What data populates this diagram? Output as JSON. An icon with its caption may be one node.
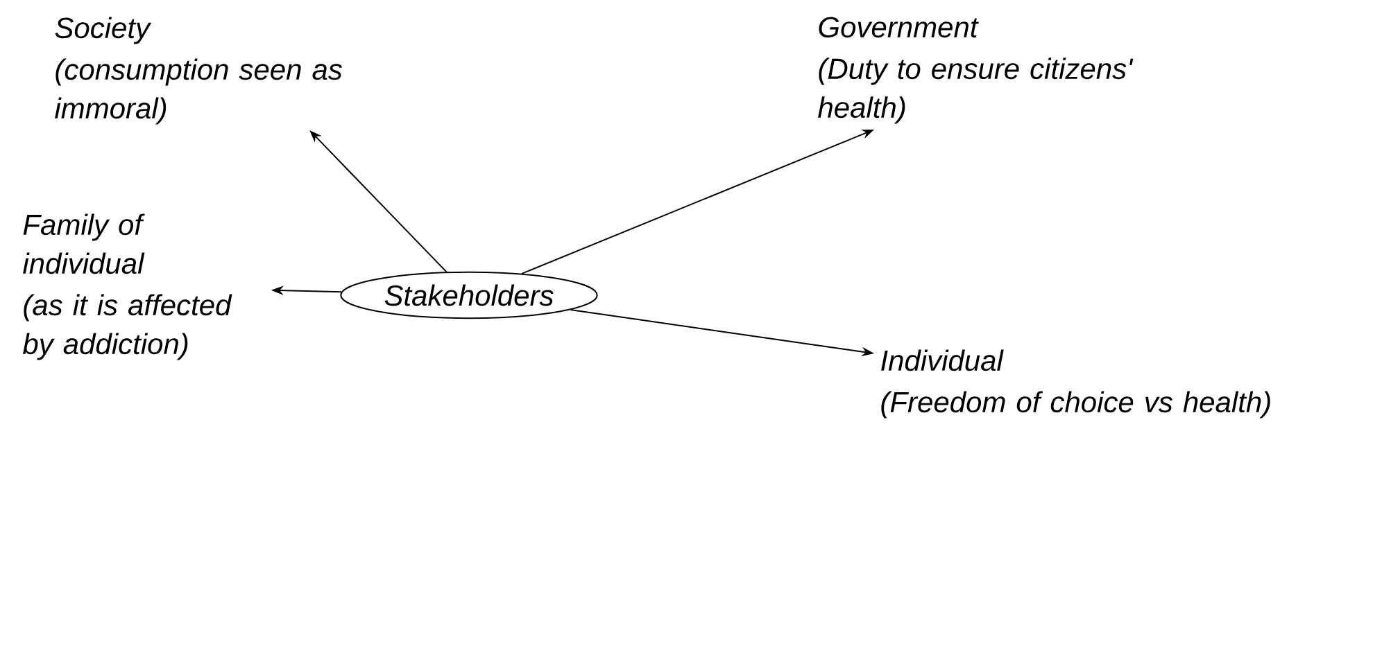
{
  "diagram": {
    "nodes": [
      {
        "text": [
          "Stakeholders"
        ]
      },
      {
        "text": [
          "Society",
          "(consumption seen as immoral)"
        ]
      },
      {
        "text": [
          "Government",
          "(Duty to ensure citizens' health)"
        ]
      },
      {
        "text": [
          "Family of individual",
          "(as it is affected by addiction)"
        ]
      },
      {
        "text": [
          "Individual",
          "(Freedom of choice vs health)"
        ]
      }
    ],
    "edges": [
      {
        "from": 0,
        "to": 1,
        "arrow": "to"
      },
      {
        "from": 0,
        "to": 2,
        "arrow": "to"
      },
      {
        "from": 0,
        "to": 3,
        "arrow": "to"
      },
      {
        "from": 0,
        "to": 4,
        "arrow": "to"
      }
    ]
  }
}
